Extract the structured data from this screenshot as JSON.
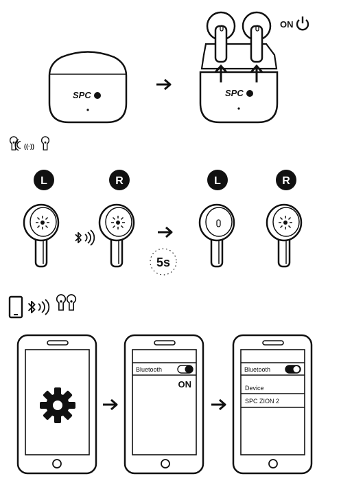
{
  "brand": {
    "logo_text": "SPC"
  },
  "step1": {
    "on_label": "ON"
  },
  "step2": {
    "left_badge": "L",
    "right_badge": "R",
    "left_badge_2": "L",
    "right_badge_2": "R",
    "timer_label": "5s"
  },
  "step3": {
    "phone2": {
      "setting_label": "Bluetooth",
      "status_label": "ON"
    },
    "phone3": {
      "setting_label": "Bluetooth",
      "section_label": "Device",
      "device_name": "SPC ZION 2"
    }
  },
  "colors": {
    "ink": "#111111",
    "paper": "#ffffff",
    "grey": "#9a9a9a"
  }
}
